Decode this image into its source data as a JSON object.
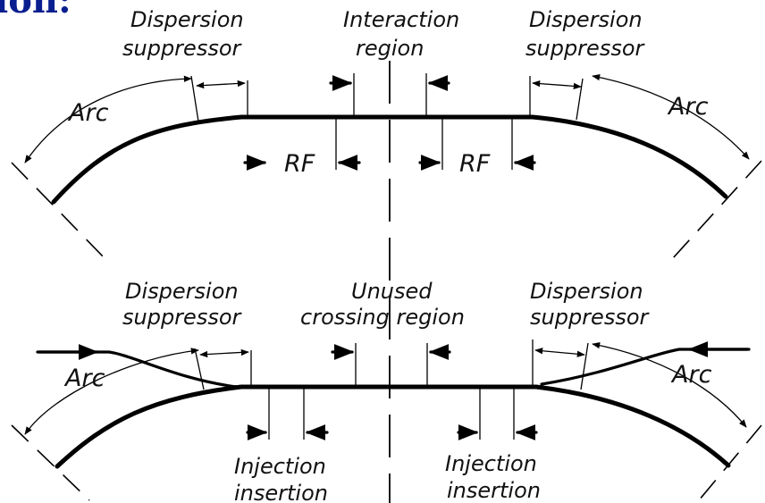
{
  "title_fragment": "ion:",
  "top_ring": {
    "left_suppressor": [
      "Dispersion",
      "suppressor"
    ],
    "interaction": [
      "Interaction",
      "region"
    ],
    "right_suppressor": [
      "Dispersion",
      "suppressor"
    ],
    "left_arc": "Arc",
    "right_arc": "Arc",
    "rf_left": "RF",
    "rf_right": "RF"
  },
  "bottom_ring": {
    "left_suppressor": [
      "Dispersion",
      "suppressor"
    ],
    "unused": [
      "Unused",
      "crossing region"
    ],
    "right_suppressor": [
      "Dispersion",
      "suppressor"
    ],
    "left_arc": "Arc",
    "right_arc": "Arc",
    "left_injection": [
      "Injection",
      "insertion"
    ],
    "right_injection": [
      "Injection",
      "insertion"
    ]
  }
}
